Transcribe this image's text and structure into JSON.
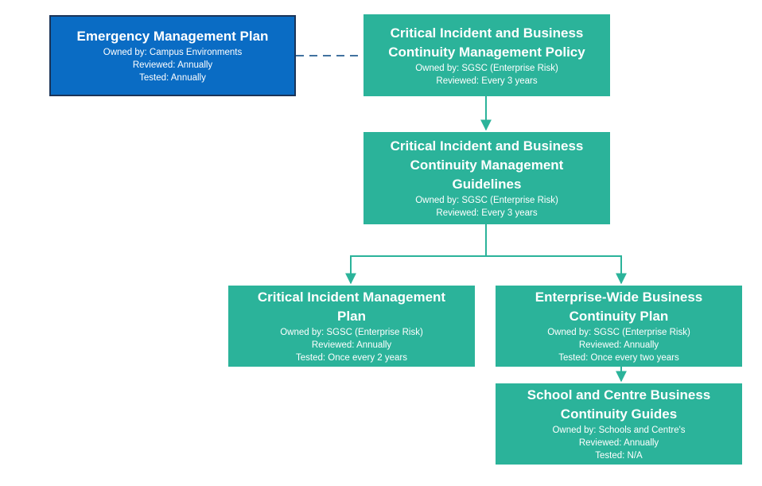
{
  "colors": {
    "node_fill": "#2bb39a",
    "emergency_fill": "#0a6cc4",
    "emergency_border": "#1b3458",
    "connector": "#2bb39a",
    "dashed_connector": "#41729f"
  },
  "nodes": {
    "emergency": {
      "title": "Emergency Management Plan",
      "owned": "Owned by: Campus Environments",
      "reviewed": "Reviewed: Annually",
      "tested": "Tested: Annually"
    },
    "policy": {
      "title_line1": "Critical Incident and Business",
      "title_line2": "Continuity Management Policy",
      "owned": "Owned by: SGSC (Enterprise Risk)",
      "reviewed": "Reviewed: Every 3 years"
    },
    "guidelines": {
      "title_line1": "Critical Incident and Business",
      "title_line2": "Continuity Management",
      "title_line3": "Guidelines",
      "owned": "Owned by: SGSC (Enterprise Risk)",
      "reviewed": "Reviewed: Every 3 years"
    },
    "cimp": {
      "title_line1": "Critical Incident Management",
      "title_line2": "Plan",
      "owned": "Owned by: SGSC (Enterprise Risk)",
      "reviewed": "Reviewed: Annually",
      "tested": "Tested: Once every 2 years"
    },
    "ewbcp": {
      "title_line1": "Enterprise-Wide Business",
      "title_line2": "Continuity Plan",
      "owned": "Owned by: SGSC (Enterprise Risk)",
      "reviewed": "Reviewed: Annually",
      "tested": "Tested: Once every two years"
    },
    "school": {
      "title_line1": "School and Centre Business",
      "title_line2": "Continuity Guides",
      "owned": "Owned by:  Schools and Centre's",
      "reviewed": "Reviewed: Annually",
      "tested": "Tested: N/A"
    }
  }
}
